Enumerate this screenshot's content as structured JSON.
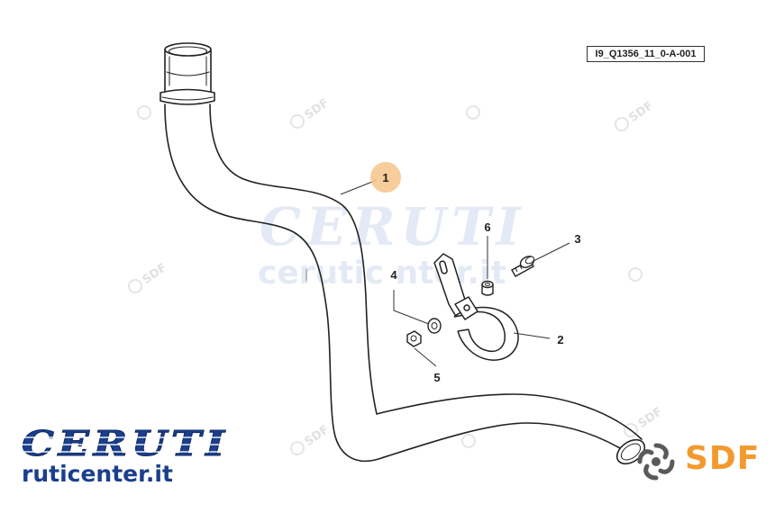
{
  "diagram": {
    "reference_code": "I9_Q1356_11_0-A-001",
    "callouts": [
      {
        "id": "1",
        "label": "1"
      },
      {
        "id": "2",
        "label": "2"
      },
      {
        "id": "3",
        "label": "3"
      },
      {
        "id": "4",
        "label": "4"
      },
      {
        "id": "5",
        "label": "5"
      },
      {
        "id": "6",
        "label": "6"
      }
    ],
    "highlight_color": "#f6c48a"
  },
  "branding": {
    "ceruti_wordmark": "CERUTI",
    "ceruti_site": "ruticenter.it",
    "ceruti_color": "#1b3f8c",
    "sdf_text": "SDF",
    "sdf_color": "#f29a2e"
  },
  "watermarks": {
    "background_wordmark": "CERUTI",
    "background_site": "cerutic nter.it",
    "tile_text": "SDF"
  }
}
